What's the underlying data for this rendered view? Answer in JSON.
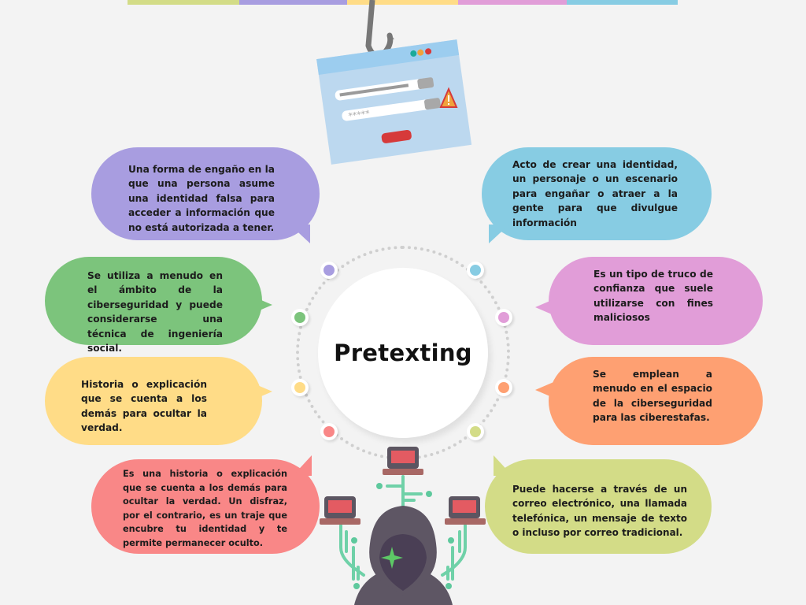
{
  "title": "Pretexting",
  "top_color_bar": [
    "#d3dc87",
    "#a89de0",
    "#ffdc87",
    "#e19dd8",
    "#87cce3"
  ],
  "illustration_top": {
    "name": "phishing-hook-login-window",
    "password_mask": "*****"
  },
  "bubbles": [
    {
      "id": "purple",
      "color": "#a89de0",
      "text": "Una forma de engaño en la que una persona asume una identidad falsa para acceder a información que no está autorizada a tener."
    },
    {
      "id": "blue",
      "color": "#87cce3",
      "text": "Acto de crear una identidad, un personaje o un escenario para engañar o atraer a la gente para que divulgue información"
    },
    {
      "id": "green",
      "color": "#7cc47c",
      "text": "Se utiliza a menudo en el ámbito de la ciberseguridad y puede considerarse una técnica de ingeniería social."
    },
    {
      "id": "pink",
      "color": "#e19dd8",
      "text": "Es un tipo de truco de confianza que suele utilizarse con fines maliciosos"
    },
    {
      "id": "yellow",
      "color": "#ffdc87",
      "text": "Historia o explicación que se cuenta a los demás para ocultar la verdad."
    },
    {
      "id": "orange",
      "color": "#fea072",
      "text": "Se emplean a menudo en el espacio de la ciberseguridad para las ciberestafas."
    },
    {
      "id": "red",
      "color": "#f98787",
      "text": "Es una historia o explicación que se cuenta a los demás para ocultar la verdad. Un disfraz, por el contrario, es un traje que encubre tu identidad y te permite permanecer oculto."
    },
    {
      "id": "lime",
      "color": "#d3dc87",
      "text": "Puede hacerse a través de un correo electrónico, una llamada telefónica, un mensaje de texto o incluso por correo tradicional."
    }
  ],
  "ring_dots": [
    "#a89de0",
    "#87cce3",
    "#7cc47c",
    "#e19dd8",
    "#ffdc87",
    "#fea072",
    "#f98787",
    "#d3dc87"
  ],
  "illustration_bottom": {
    "name": "hooded-hacker-with-laptops"
  }
}
